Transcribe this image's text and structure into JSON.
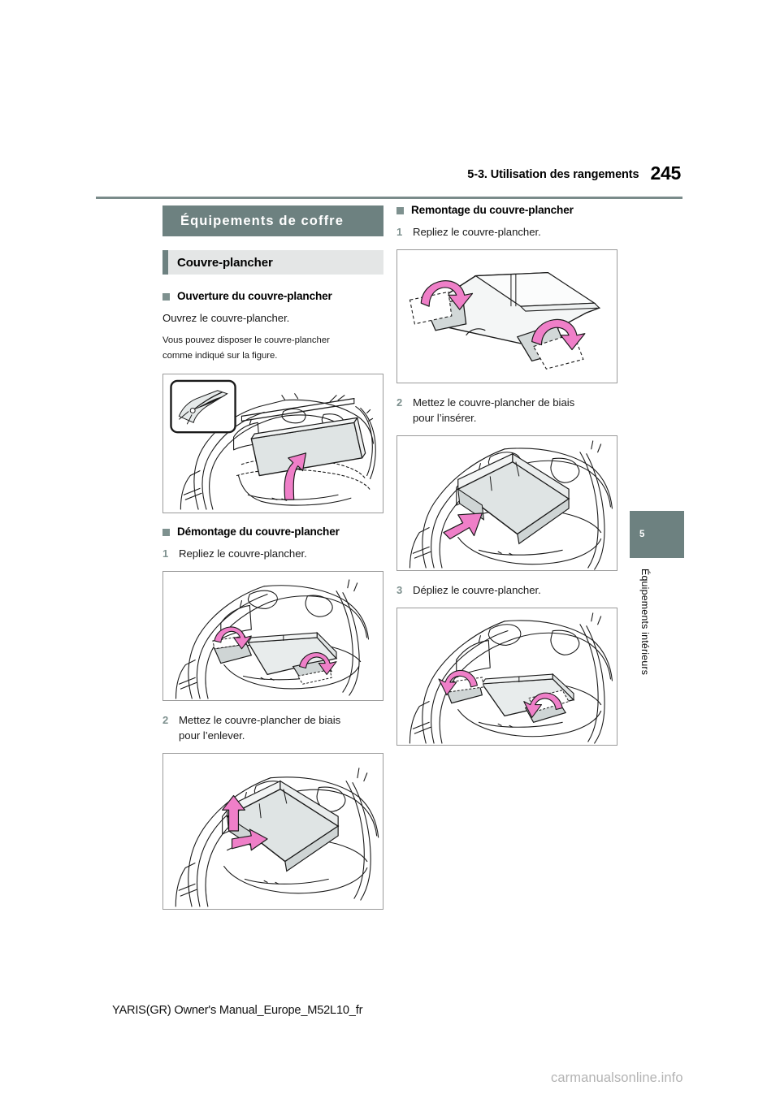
{
  "header": {
    "section_title": "5-3. Utilisation des rangements",
    "page_number": "245"
  },
  "chapter_banner": "Équipements de coffre",
  "section_bar": "Couvre-plancher",
  "left_column": {
    "sub_head_1": "Ouverture du couvre-plancher",
    "body_1": "Ouvrez le couvre-plancher.",
    "note_1_line1": "Vous pouvez disposer le couvre-plancher",
    "note_1_line2": "comme indiqué sur la figure.",
    "sub_head_2": "Démontage du couvre-plancher",
    "step_1_num": "1",
    "step_1_text": "Repliez le couvre-plancher.",
    "step_2_num": "2",
    "step_2_line1": "Mettez le couvre-plancher de biais",
    "step_2_line2": "pour l’enlever."
  },
  "right_column": {
    "sub_head_1": "Remontage du couvre-plancher",
    "step_1_num": "1",
    "step_1_text": "Repliez le couvre-plancher.",
    "step_2_num": "2",
    "step_2_line1": "Mettez le couvre-plancher de biais",
    "step_2_line2": "pour l’insérer.",
    "step_3_num": "3",
    "step_3_text": "Dépliez le couvre-plancher."
  },
  "chapter_tab": {
    "number": "5",
    "label": "Équipements intérieurs"
  },
  "footer": {
    "document_id": "YARIS(GR) Owner's Manual_Europe_M52L10_fr",
    "watermark": "carmanualsonline.info"
  },
  "colors": {
    "teal": "#6d8180",
    "rule": "#7a8b8a",
    "section_grey": "#e4e6e6",
    "bullet": "#7e918f",
    "arrow_pink": "#ef7fc8",
    "panel_grey": "#d6dcdc",
    "line": "#1a1a1a"
  },
  "figures": {
    "fig_left_1": "trunk-open-floor-cover-lifting",
    "fig_left_2": "trunk-floor-cover-folding-flaps",
    "fig_left_3": "trunk-floor-cover-removal-angled",
    "fig_right_1": "floor-cover-detached-folding-flaps",
    "fig_right_2": "trunk-floor-cover-insert-angled",
    "fig_right_3": "trunk-floor-cover-unfolding-flaps"
  }
}
